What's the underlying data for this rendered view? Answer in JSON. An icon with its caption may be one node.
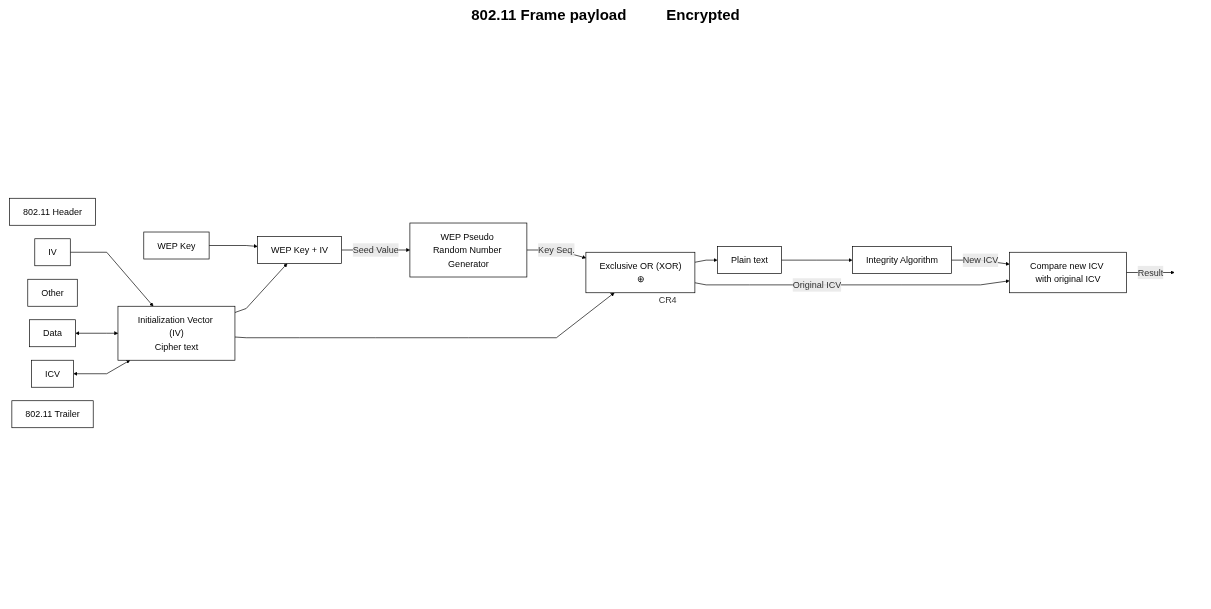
{
  "diagram": {
    "nodes": [
      {
        "text": [
          "802.11 Header"
        ]
      },
      {
        "text": [
          "IV"
        ]
      },
      {
        "text": [
          "Other"
        ]
      },
      {
        "text": [
          "Data"
        ]
      },
      {
        "text": [
          "ICV"
        ]
      },
      {
        "text": [
          "802.11 Trailer"
        ]
      },
      {
        "text": [
          "WEP Key"
        ]
      },
      {
        "text": [
          "Initialization Vector (IV)",
          "Cipher text"
        ]
      },
      {
        "text": [
          "WEP Key + IV"
        ]
      },
      {
        "text": [
          "WEP Pseudo Random Number Generator"
        ]
      },
      {
        "text": [
          "Exclusive OR (XOR)",
          "⊕"
        ],
        "beside": [
          "CR4"
        ]
      },
      {
        "text": [
          "Plain text"
        ]
      },
      {
        "text": [
          "Integrity Algorithm"
        ]
      },
      {
        "text": [
          "Compare new ICV with original ICV"
        ]
      }
    ],
    "edges": [
      {
        "from": 1,
        "to": 7,
        "arrow": "to"
      },
      {
        "from": 3,
        "to": 7,
        "arrow": "both"
      },
      {
        "from": 4,
        "to": 7,
        "arrow": "both"
      },
      {
        "from": 6,
        "to": 8,
        "arrow": "to"
      },
      {
        "from": 7,
        "to": 8,
        "arrow": "to"
      },
      {
        "from": 8,
        "to": 9,
        "arrow": "to",
        "label": "Seed Value"
      },
      {
        "from": 9,
        "to": 10,
        "arrow": "to",
        "label": "Key Seq."
      },
      {
        "from": 7,
        "to": 10,
        "arrow": "to"
      },
      {
        "from": 10,
        "to": 11,
        "arrow": "to"
      },
      {
        "from": 11,
        "to": 12,
        "arrow": "to"
      },
      {
        "from": 12,
        "to": 13,
        "arrow": "to",
        "label": "New ICV"
      },
      {
        "from": 10,
        "to": 13,
        "arrow": "to",
        "label": "Original ICV"
      },
      {
        "from": 13,
        "to": null,
        "arrow": "to",
        "label": "Result"
      }
    ],
    "labels": [
      "802.11 Frame payload",
      "Encrypted"
    ]
  }
}
